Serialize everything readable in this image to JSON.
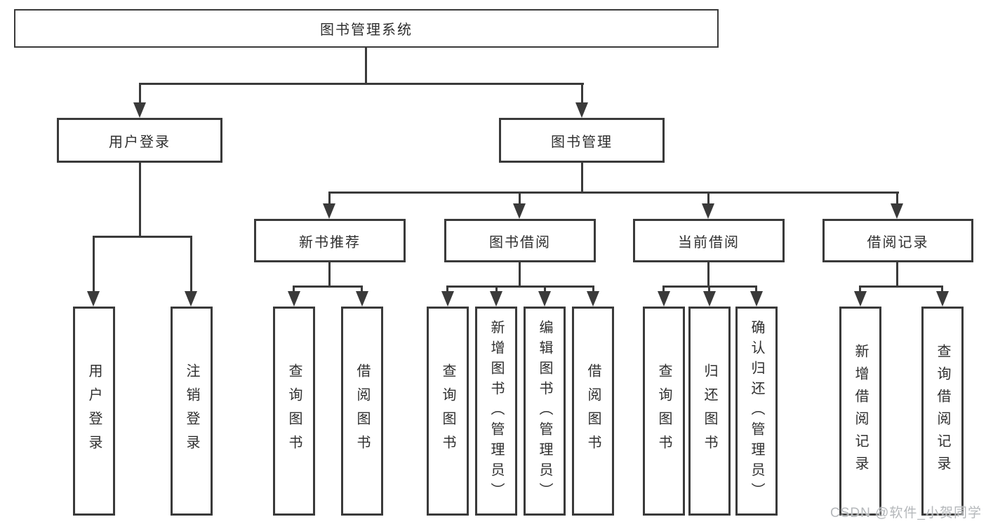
{
  "tree": {
    "label": "图书管理系统",
    "children": [
      {
        "label": "用户登录",
        "children": [
          {
            "label": "用户登录"
          },
          {
            "label": "注销登录"
          }
        ]
      },
      {
        "label": "图书管理",
        "children": [
          {
            "label": "新书推荐",
            "children": [
              {
                "label": "查询图书"
              },
              {
                "label": "借阅图书"
              }
            ]
          },
          {
            "label": "图书借阅",
            "children": [
              {
                "label": "查询图书"
              },
              {
                "label": "新增图书（管理员）"
              },
              {
                "label": "编辑图书（管理员）"
              },
              {
                "label": "借阅图书"
              }
            ]
          },
          {
            "label": "当前借阅",
            "children": [
              {
                "label": "查询图书"
              },
              {
                "label": "归还图书"
              },
              {
                "label": "确认归还（管理员）"
              }
            ]
          },
          {
            "label": "借阅记录",
            "children": [
              {
                "label": "新增借阅记录"
              },
              {
                "label": "查询借阅记录"
              }
            ]
          }
        ]
      }
    ]
  },
  "watermark": {
    "text": "CSDN @软件_小贺同学"
  },
  "colors": {
    "line": "#3a3a3a",
    "text": "#2f2f2f",
    "background": "#ffffff",
    "watermark": "#b5b8bb"
  }
}
